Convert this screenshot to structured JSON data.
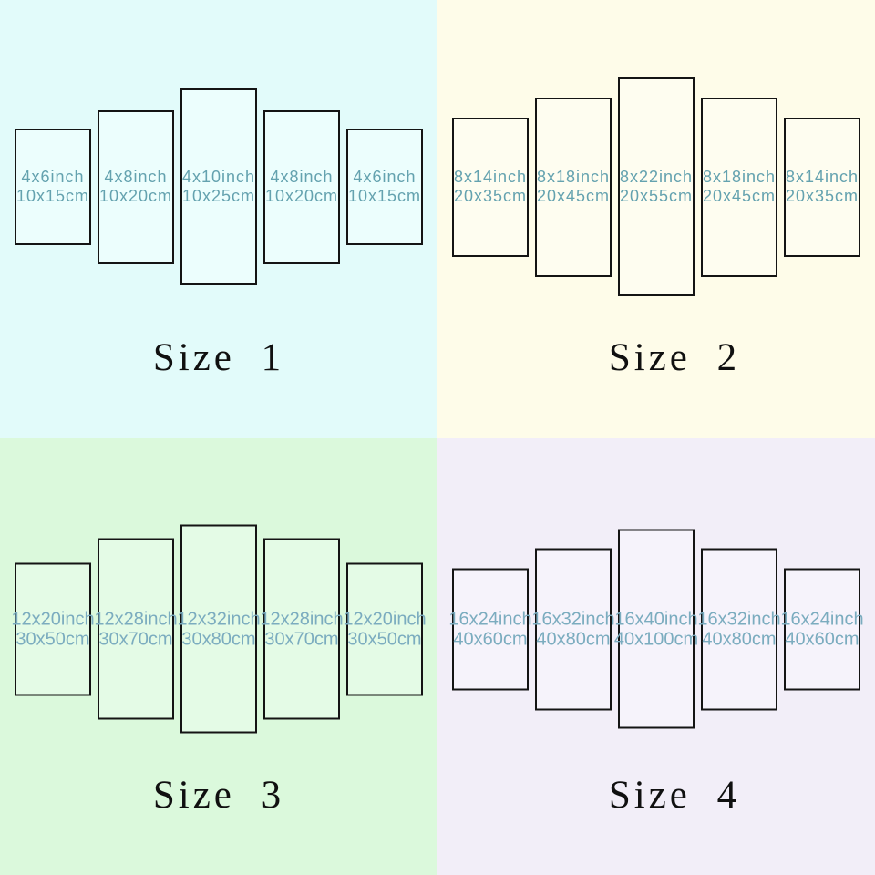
{
  "colors": {
    "size1_bg": "#e2fbfa",
    "size2_bg": "#fefce9",
    "size3_bg": "#dbf9dc",
    "size4_bg": "#f2eef8",
    "panel_border": "#141414",
    "label_teal_top": "#64a2af",
    "label_teal_bottom": "#7bacbf",
    "title_color": "#101010"
  },
  "quadrants": [
    {
      "title": "Size 1",
      "panels": [
        {
          "inch": "4x6inch",
          "cm": "10x15cm"
        },
        {
          "inch": "4x8inch",
          "cm": "10x20cm"
        },
        {
          "inch": "4x10inch",
          "cm": "10x25cm"
        },
        {
          "inch": "4x8inch",
          "cm": "10x20cm"
        },
        {
          "inch": "4x6inch",
          "cm": "10x15cm"
        }
      ]
    },
    {
      "title": "Size 2",
      "panels": [
        {
          "inch": "8x14inch",
          "cm": "20x35cm"
        },
        {
          "inch": "8x18inch",
          "cm": "20x45cm"
        },
        {
          "inch": "8x22inch",
          "cm": "20x55cm"
        },
        {
          "inch": "8x18inch",
          "cm": "20x45cm"
        },
        {
          "inch": "8x14inch",
          "cm": "20x35cm"
        }
      ]
    },
    {
      "title": "Size 3",
      "panels": [
        {
          "inch": "12x20inch",
          "cm": "30x50cm"
        },
        {
          "inch": "12x28inch",
          "cm": "30x70cm"
        },
        {
          "inch": "12x32inch",
          "cm": "30x80cm"
        },
        {
          "inch": "12x28inch",
          "cm": "30x70cm"
        },
        {
          "inch": "12x20inch",
          "cm": "30x50cm"
        }
      ]
    },
    {
      "title": "Size 4",
      "panels": [
        {
          "inch": "16x24inch",
          "cm": "40x60cm"
        },
        {
          "inch": "16x32inch",
          "cm": "40x80cm"
        },
        {
          "inch": "16x40inch",
          "cm": "40x100cm"
        },
        {
          "inch": "16x32inch",
          "cm": "40x80cm"
        },
        {
          "inch": "16x24inch",
          "cm": "40x60cm"
        }
      ]
    }
  ]
}
